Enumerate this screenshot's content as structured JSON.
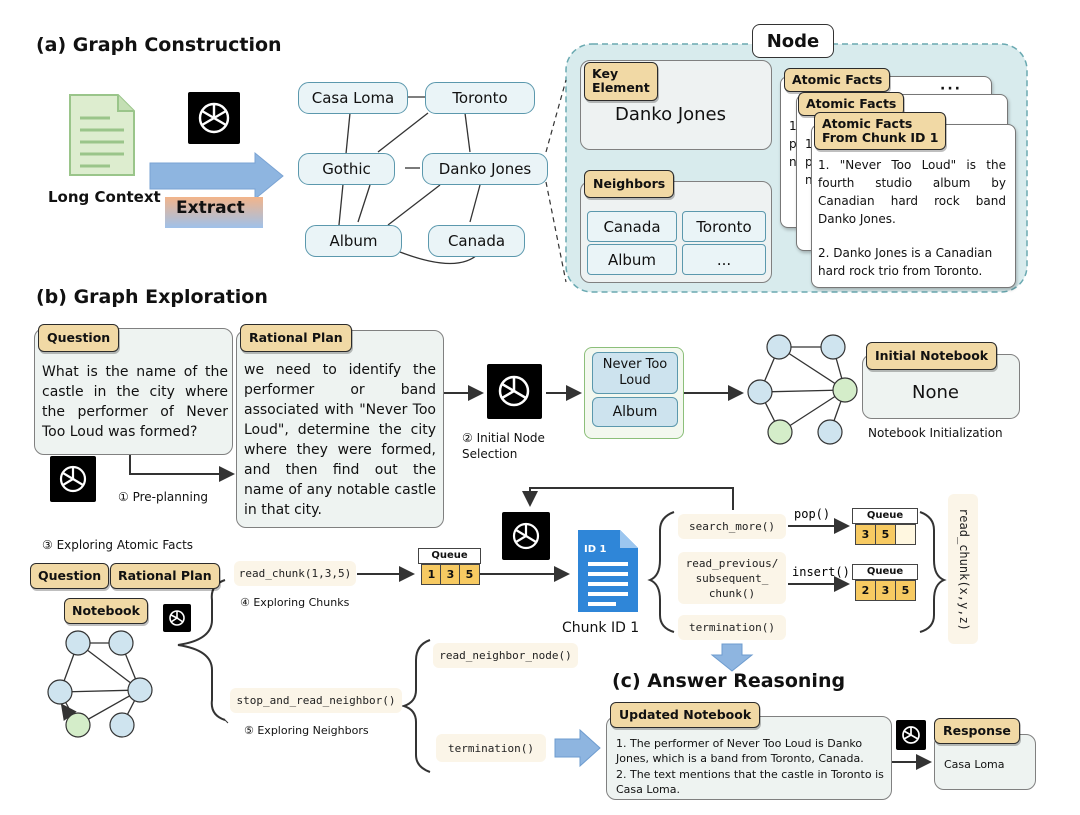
{
  "sections": {
    "a": "(a) Graph Construction",
    "b": "(b) Graph Exploration",
    "c": "(c) Answer Reasoning"
  },
  "construction": {
    "long_context": "Long Context",
    "extract": "Extract",
    "graph_nodes": [
      "Casa Loma",
      "Toronto",
      "Gothic",
      "Danko Jones",
      "Album",
      "Canada"
    ],
    "node_title": "Node",
    "key_element_tag": "Key\nElement",
    "key_element_value": "Danko Jones",
    "neighbors_tag": "Neighbors",
    "neighbors": [
      "Canada",
      "Toronto",
      "Album",
      "..."
    ],
    "atomic_tag_back": "Atomic Facts",
    "atomic_tag_mid": "Atomic Facts",
    "atomic_tag_front": "Atomic Facts\nFrom Chunk ID 1",
    "atomic_fact_1": "1. \"Never Too Loud\" is the fourth studio album by Canadian hard rock band Danko Jones.",
    "atomic_fact_2": "2. Danko Jones is a Canadian hard rock trio from Toronto.",
    "peek_1": "1.",
    "peek_p": "p",
    "peek_n": "n",
    "peek_dots": "."
  },
  "exploration": {
    "question_tag": "Question",
    "question_text": "What is the name of the castle in the city where the performer of Never Too Loud was formed?",
    "plan_tag": "Rational Plan",
    "plan_text": "we need to identify the performer or band associated with \"Never Too Loud\", determine the city where they were formed, and then find out the name of any notable castle in that city.",
    "step1": "① Pre-planning",
    "step2": "② Initial Node\nSelection",
    "selected_nodes": [
      "Never Too\nLoud",
      "Album"
    ],
    "initial_notebook_tag": "Initial Notebook",
    "initial_notebook_value": "None",
    "notebook_init": "Notebook Initialization",
    "step3": "③ Exploring Atomic Facts",
    "question_small": "Question",
    "plan_small": "Rational Plan",
    "notebook_small": "Notebook",
    "read_chunk": "read_chunk(1,3,5)",
    "step4": "④ Exploring Chunks",
    "queue_label": "Queue",
    "queue1": [
      "1",
      "3",
      "5"
    ],
    "chunk_id_tag": "ID 1",
    "chunk_label": "Chunk ID 1",
    "search_more": "search_more()",
    "read_prev": "read_previous/\nsubsequent_\nchunk()",
    "termination": "termination()",
    "pop": "pop()",
    "insert": "insert()",
    "queue2": [
      "3",
      "5",
      ""
    ],
    "queue3": [
      "2",
      "3",
      "5"
    ],
    "read_chunk_xyz": "read_chunk(x,y,z)",
    "stop_read": "stop_and_read_neighbor()",
    "step5": "⑤ Exploring Neighbors",
    "read_neighbor": "read_neighbor_node()",
    "termination2": "termination()"
  },
  "reasoning": {
    "updated_tag": "Updated Notebook",
    "updated_text_1": "1. The performer of Never Too Loud is Danko Jones, which is a band from Toronto, Canada.",
    "updated_text_2": "2. The text mentions that the castle in Toronto is Casa Loma.",
    "response_tag": "Response",
    "response_value": "Casa Loma"
  },
  "colors": {
    "node_fill": "#eaf4f7",
    "node_stroke": "#5b98ad",
    "tag_fill": "#f1d9a5",
    "queue_fill": "#f7ca62",
    "panel_fill": "#d8ebed",
    "green_node": "#d4edc9"
  },
  "icons": [
    "document-icon",
    "openai-icon",
    "arrow-icon",
    "graph-icon",
    "chunk-document-icon"
  ]
}
